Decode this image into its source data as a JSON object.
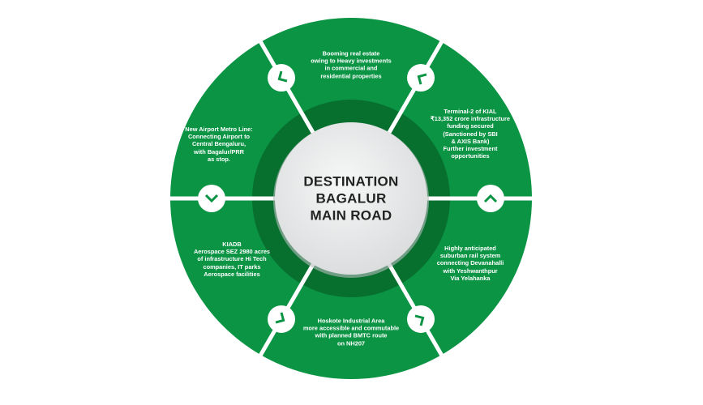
{
  "center": {
    "lines": [
      "DESTINATION",
      "BAGALUR",
      "MAIN ROAD"
    ]
  },
  "segments": [
    {
      "text": "Booming real estate owing to Heavy investments in commercial and residential properties",
      "lines": [
        "Booming real estate",
        "owing to Heavy investments",
        "in commercial and",
        "residential properties"
      ]
    },
    {
      "lines": [
        "Terminal-2 of KIAL",
        "₹13,352 crore infrastructure",
        "funding secured",
        "(Sanctioned by SBI",
        "& AXIS Bank)",
        "Further investment",
        "opportunities"
      ]
    },
    {
      "lines": [
        "Highly anticipated",
        "suburban rail system",
        "connecting Devanahalli",
        "with Yeshwanthpur",
        "Via Yelahanka"
      ]
    },
    {
      "lines": [
        "Hoskote Industrial Area",
        "more accessible and commutable",
        "with planned BMTC route",
        "on NH207"
      ]
    },
    {
      "lines": [
        "KIADB",
        "Aerospace SEZ 2980 acres",
        "of infrastructure Hi Tech",
        "companies, IT parks",
        "Aerospace facilities"
      ]
    },
    {
      "lines": [
        "New Airport Metro Line:",
        "Connecting Airport to",
        "Central Bengaluru,",
        "with Bagalur/PRR",
        "as stop."
      ]
    }
  ],
  "colors": {
    "green": "#0a9444",
    "dark_ring": "#07702f",
    "center": "#e9eaeb"
  },
  "icons": [
    "chevron-icon",
    "chevron-icon",
    "chevron-down-icon",
    "chevron-icon",
    "chevron-icon",
    "chevron-up-icon"
  ]
}
